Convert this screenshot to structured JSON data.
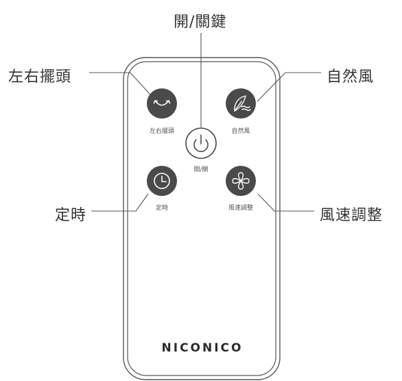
{
  "callouts": {
    "power": "開/關鍵",
    "swing": "左右擺頭",
    "natural": "自然風",
    "timer": "定時",
    "speed": "風速調整"
  },
  "buttons": {
    "swing": "左右擺頭",
    "natural": "自然風",
    "power": "開/關",
    "timer": "定時",
    "speed": "風速調整"
  },
  "brand": "NICONICO",
  "colors": {
    "button_fill": "#4a4a4a",
    "outline": "#555555",
    "text": "#333333"
  },
  "icons": [
    "swing-arrow-icon",
    "leaf-wind-icon",
    "power-icon",
    "clock-icon",
    "fan-icon"
  ]
}
